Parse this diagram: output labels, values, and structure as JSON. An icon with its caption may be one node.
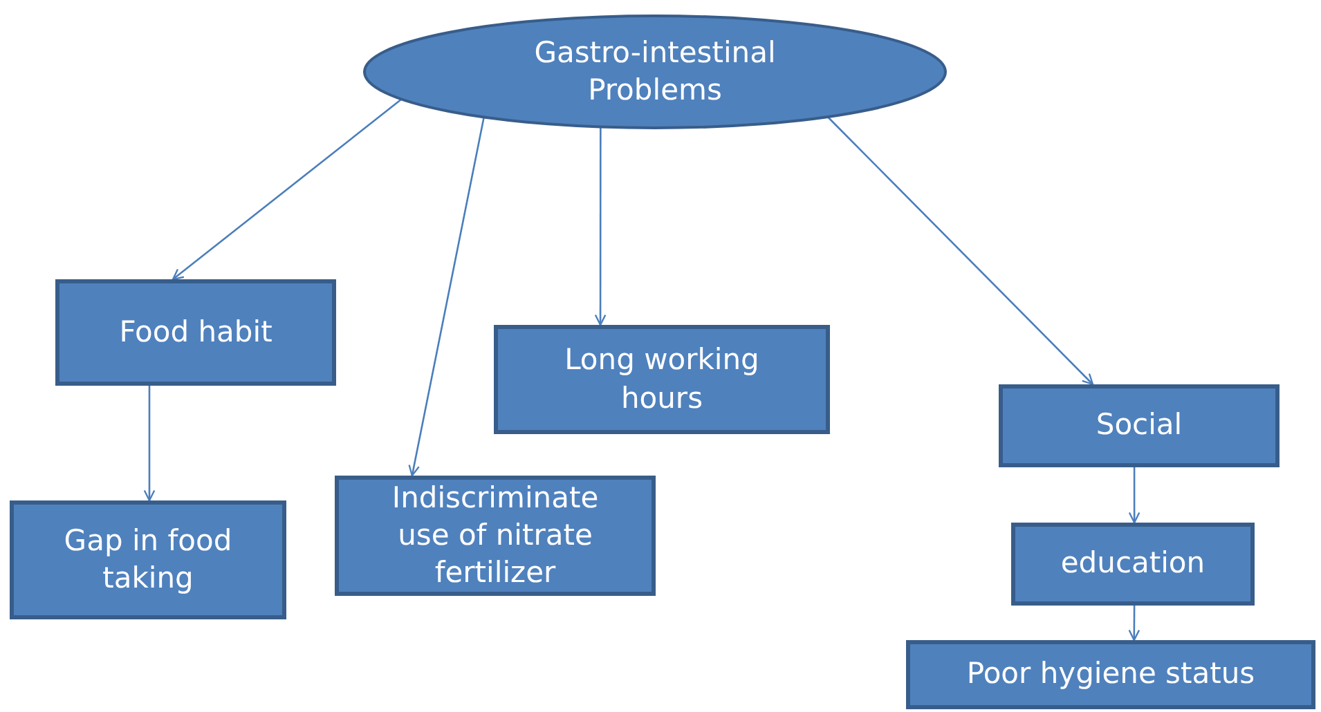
{
  "diagram": {
    "nodes": [
      {
        "text": [
          "Gastro-intestinal Problems"
        ]
      },
      {
        "text": [
          "Food habit"
        ]
      },
      {
        "text": [
          "Long working hours"
        ]
      },
      {
        "text": [
          "Gap in food taking"
        ]
      },
      {
        "text": [
          "Indiscriminate use of nitrate fertilizer"
        ]
      },
      {
        "text": [
          "Social"
        ]
      },
      {
        "text": [
          "education"
        ]
      },
      {
        "text": [
          "Poor hygiene status"
        ]
      }
    ],
    "edges": [
      {
        "from": 0,
        "to": 1,
        "arrow": "to"
      },
      {
        "from": 0,
        "to": 4,
        "arrow": "to"
      },
      {
        "from": 0,
        "to": 2,
        "arrow": "to"
      },
      {
        "from": 0,
        "to": 5,
        "arrow": "to"
      },
      {
        "from": 1,
        "to": 3,
        "arrow": "to"
      },
      {
        "from": 5,
        "to": 6,
        "arrow": "to"
      },
      {
        "from": 6,
        "to": 7,
        "arrow": "to"
      }
    ]
  }
}
